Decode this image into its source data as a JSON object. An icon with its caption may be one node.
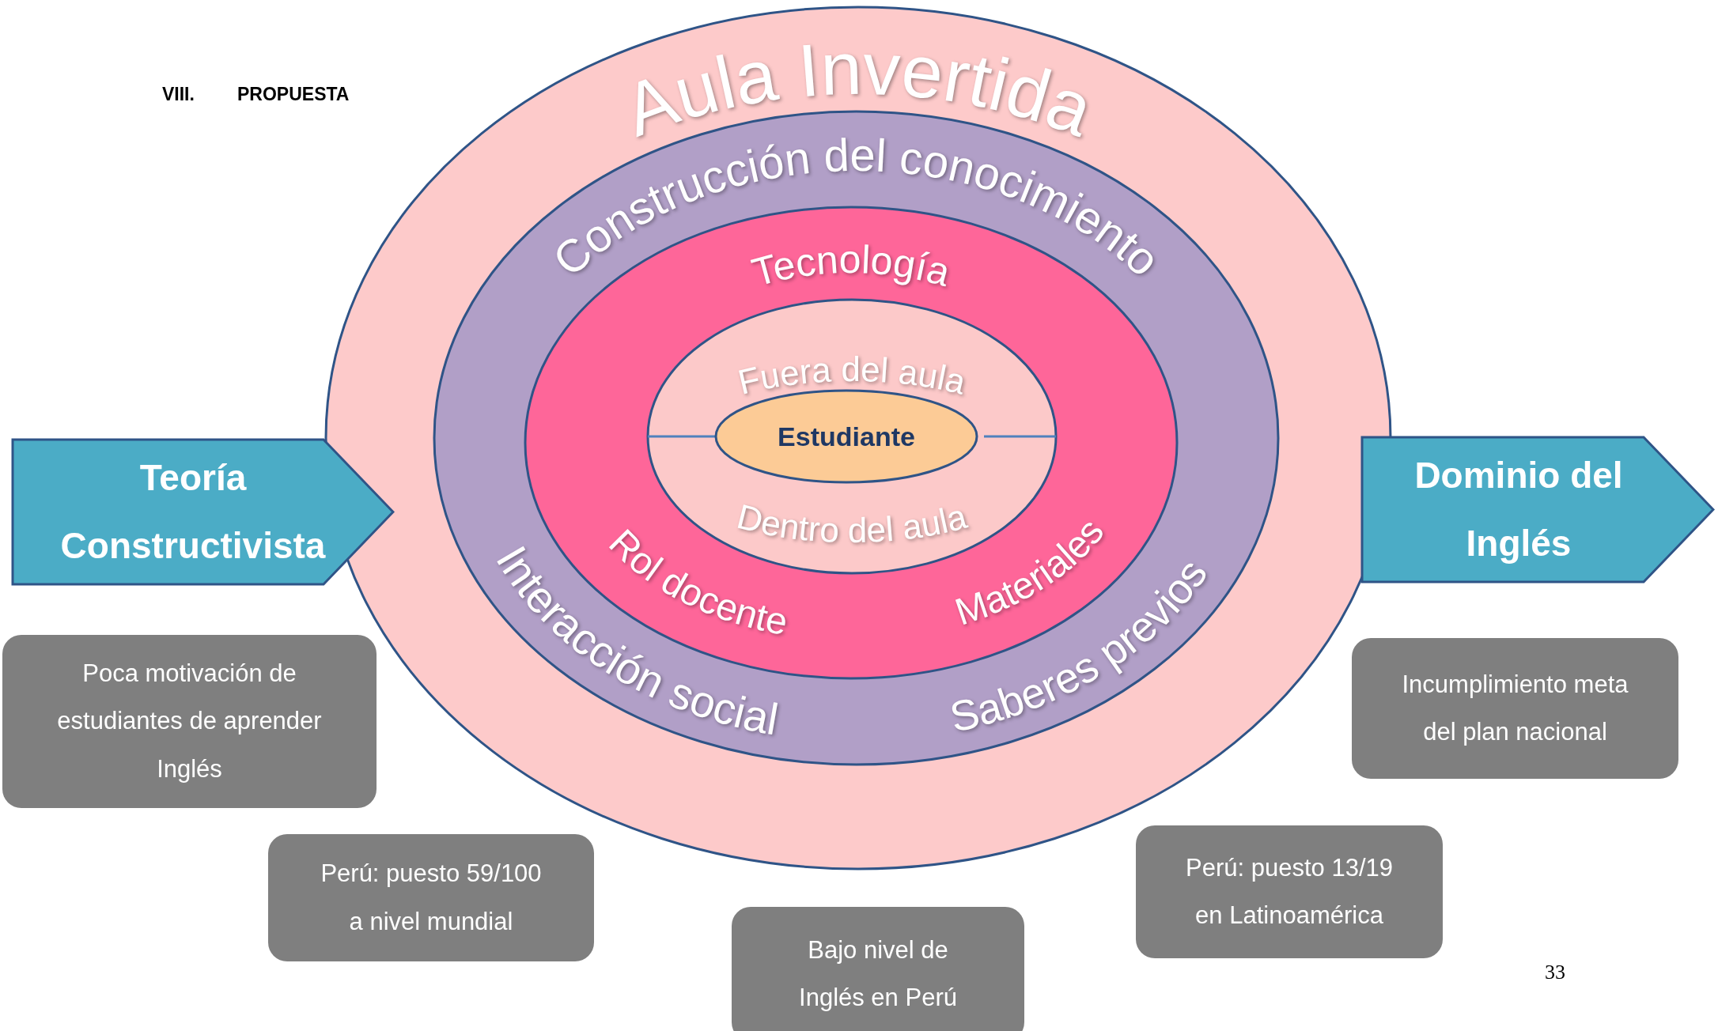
{
  "diagram": {
    "nodes": [
      {
        "text": [
          "Aula Invertida"
        ]
      },
      {
        "text": [
          "Construcción del conocimiento",
          "Interacción social",
          "Saberes previos"
        ],
        "in": 0
      },
      {
        "text": [
          "Tecnología",
          "Rol docente",
          "Materiales"
        ],
        "in": 1
      },
      {
        "text": [
          "Fuera del aula",
          "Dentro del aula"
        ],
        "in": 2
      },
      {
        "text": [
          "Estudiante"
        ],
        "in": 3
      },
      {
        "text": [
          "Teoría Constructivista"
        ]
      },
      {
        "text": [
          "Dominio del Inglés"
        ]
      },
      {
        "text": [
          "Poca motivación de estudiantes de aprender Inglés"
        ]
      },
      {
        "text": [
          "Incumplimiento meta del plan nacional"
        ]
      },
      {
        "text": [
          "Perú: puesto 59/100 a nivel mundial"
        ]
      },
      {
        "text": [
          "Perú: puesto 13/19 en Latinoamérica"
        ]
      },
      {
        "text": [
          "Bajo nivel de Inglés en Perú"
        ]
      }
    ],
    "labels": [
      "VIII.",
      "PROPUESTA",
      "33"
    ]
  }
}
